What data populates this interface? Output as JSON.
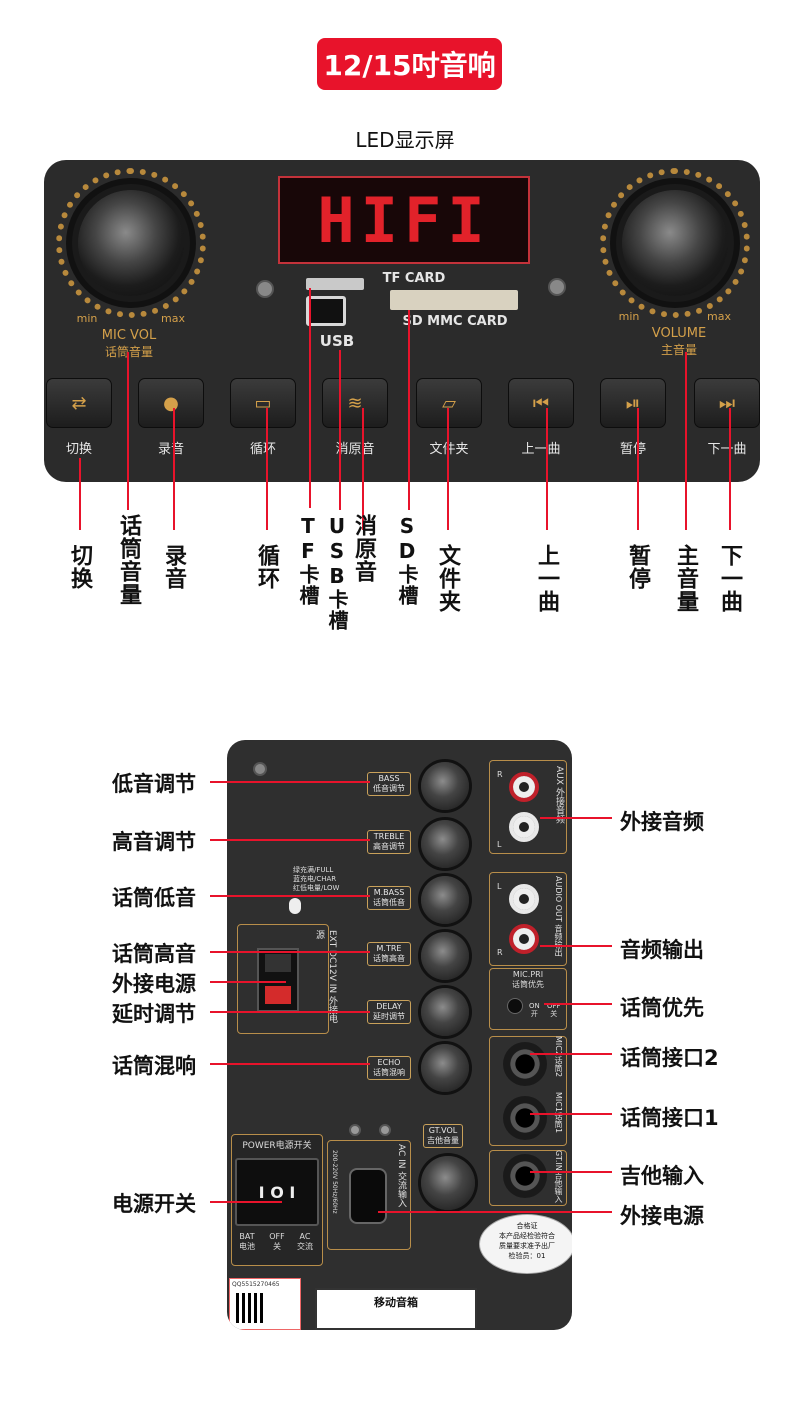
{
  "title": "12/15吋音响",
  "led_caption": "LED显示屏",
  "colors": {
    "accent": "#e8132b",
    "gold": "#d4a04a",
    "panel": "#2b2b2b"
  },
  "top_panel": {
    "led_display": "HIFI",
    "mic_knob": {
      "min": "min",
      "max": "max",
      "label_en": "MIC VOL",
      "label_cn": "话筒音量"
    },
    "volume_knob": {
      "min": "min",
      "max": "max",
      "label_en": "VOLUME",
      "label_cn": "主音量"
    },
    "tf_card": "TF CARD",
    "usb": "USB",
    "sd_card": "SD MMC CARD",
    "buttons": [
      {
        "label": "切换",
        "icon": "switch-icon",
        "glyph": "⇄"
      },
      {
        "label": "录音",
        "icon": "record-icon",
        "glyph": "●"
      },
      {
        "label": "循环",
        "icon": "loop-icon",
        "glyph": "▭"
      },
      {
        "label": "消原音",
        "icon": "vocal-remove-icon",
        "glyph": "≋"
      },
      {
        "label": "文件夹",
        "icon": "folder-icon",
        "glyph": "▱"
      },
      {
        "label": "上一曲",
        "icon": "previous-icon",
        "glyph": "⏮"
      },
      {
        "label": "暂停",
        "icon": "play-pause-icon",
        "glyph": "⏯"
      },
      {
        "label": "下一曲",
        "icon": "next-icon",
        "glyph": "⏭"
      }
    ]
  },
  "top_callouts": [
    "切换",
    "话筒音量",
    "录音",
    "循环",
    "TF卡槽",
    "USB卡槽",
    "消原音",
    "SD卡槽",
    "文件夹",
    "上一曲",
    "暂停",
    "主音量",
    "下一曲"
  ],
  "rear_panel": {
    "knob_tags": [
      {
        "en": "BASS",
        "cn": "低音调节"
      },
      {
        "en": "TREBLE",
        "cn": "高音调节"
      },
      {
        "en": "M.BASS",
        "cn": "话筒低音"
      },
      {
        "en": "M.TRE",
        "cn": "话筒高音"
      },
      {
        "en": "DELAY",
        "cn": "延时调节"
      },
      {
        "en": "ECHO",
        "cn": "话筒混响"
      }
    ],
    "charge_status": [
      "绿充满/FULL",
      "蓝充电/CHAR",
      "红低电量/LOW"
    ],
    "ext_dc": "EXT DC12V IN 外接电源",
    "aux": "AUX 外接音频",
    "audio_out": "AUDIO OUT 音频输出",
    "mic_pri": {
      "title": "MIC.PRI",
      "cn": "话筒优先",
      "on": "ON",
      "on_cn": "开",
      "off": "OFF",
      "off_cn": "关"
    },
    "mic2": "MIC2话筒2",
    "mic1": "MIC1话筒1",
    "gt_in": "GT.IN吉他输入",
    "gt_vol": {
      "en": "GT.VOL",
      "cn": "吉他音量"
    },
    "power_switch": {
      "title": "POWER电源开关",
      "symbols": "I O I",
      "bat": "BAT",
      "bat_cn": "电池",
      "off": "OFF",
      "off_cn": "关",
      "ac": "AC",
      "ac_cn": "交流"
    },
    "ac_in": "AC IN 交流输入",
    "ac_spec": "200-220V 50Hz/60Hz",
    "cert": {
      "title": "合格证",
      "l1": "本产品经检验符合",
      "l2": "质量要求准予出厂",
      "l3": "检验员：01"
    },
    "phone": "QQ5515270465",
    "product_name": "移动音箱",
    "lr": {
      "r": "R",
      "l": "L"
    }
  },
  "side_callouts": {
    "left": [
      "低音调节",
      "高音调节",
      "话筒低音",
      "话筒高音",
      "外接电源",
      "延时调节",
      "话筒混响",
      "电源开关"
    ],
    "right": [
      "外接音频",
      "音频输出",
      "话筒优先",
      "话筒接口2",
      "话筒接口1",
      "吉他输入",
      "外接电源"
    ]
  }
}
